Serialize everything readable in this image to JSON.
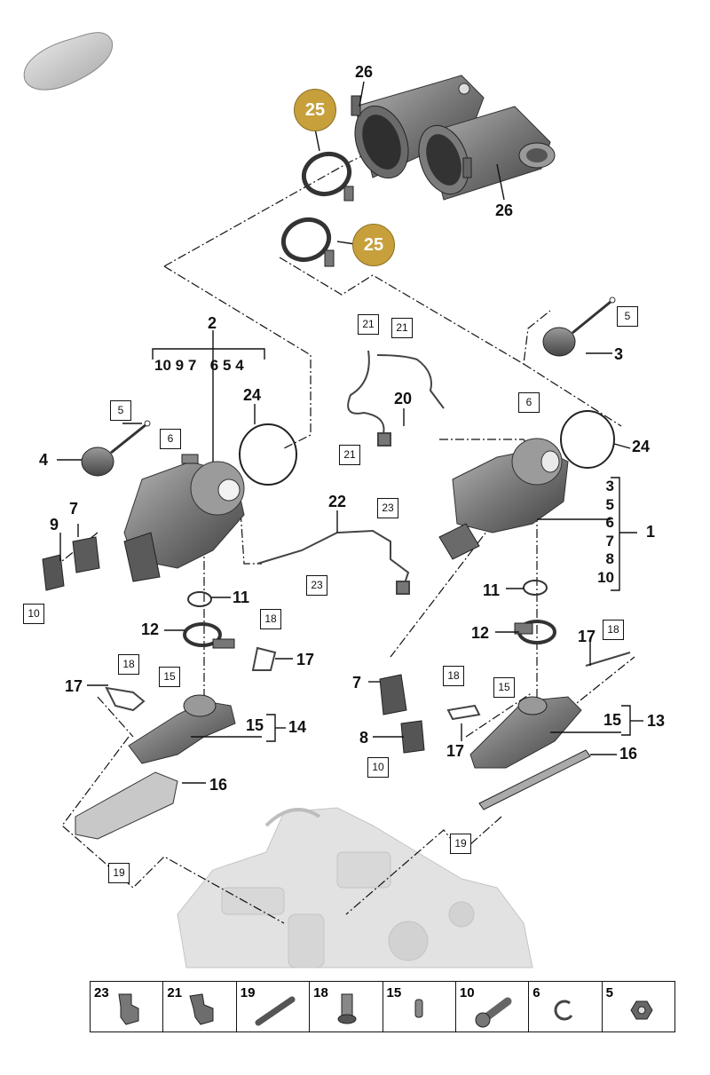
{
  "labels": {
    "n26a": "26",
    "n26b": "26",
    "n25a": "25",
    "n25b": "25",
    "n2": "2",
    "n2_sub": [
      "10",
      "9",
      "7",
      "6",
      "5",
      "4"
    ],
    "n24a": "24",
    "n24b": "24",
    "n4": "4",
    "n9": "9",
    "n7a": "7",
    "n7b": "7",
    "n8": "8",
    "n3": "3",
    "n1": "1",
    "n1_sub": [
      "3",
      "5",
      "6",
      "7",
      "8",
      "10"
    ],
    "n20": "20",
    "n22": "22",
    "n11a": "11",
    "n11b": "11",
    "n12a": "12",
    "n12b": "12",
    "n17a": "17",
    "n17b": "17",
    "n17c": "17",
    "n17d": "17",
    "n14": "14",
    "n13": "13",
    "n15a": "15",
    "n15b": "15",
    "n16a": "16",
    "n16b": "16"
  },
  "boxes": {
    "b5a": "5",
    "b5b": "5",
    "b6a": "6",
    "b6b": "6",
    "b21a": "21",
    "b21b": "21",
    "b21c": "21",
    "b23a": "23",
    "b23b": "23",
    "b10a": "10",
    "b10b": "10",
    "b18a": "18",
    "b18b": "18",
    "b18c": "18",
    "b18d": "18",
    "b15a": "15",
    "b15b": "15",
    "b19a": "19",
    "b19b": "19"
  },
  "legend": [
    {
      "num": "23",
      "icon": "clip-23-icon"
    },
    {
      "num": "21",
      "icon": "clip-21-icon"
    },
    {
      "num": "19",
      "icon": "rod-icon"
    },
    {
      "num": "18",
      "icon": "stud-icon"
    },
    {
      "num": "15",
      "icon": "pin-icon"
    },
    {
      "num": "10",
      "icon": "bolt-icon"
    },
    {
      "num": "6",
      "icon": "circlip-icon"
    },
    {
      "num": "5",
      "icon": "nut-icon"
    }
  ],
  "colors": {
    "badge": "#c7a03c",
    "part_fill": "#8a8a8a",
    "part_dark": "#4a4a4a",
    "ghost": "#dedede"
  }
}
